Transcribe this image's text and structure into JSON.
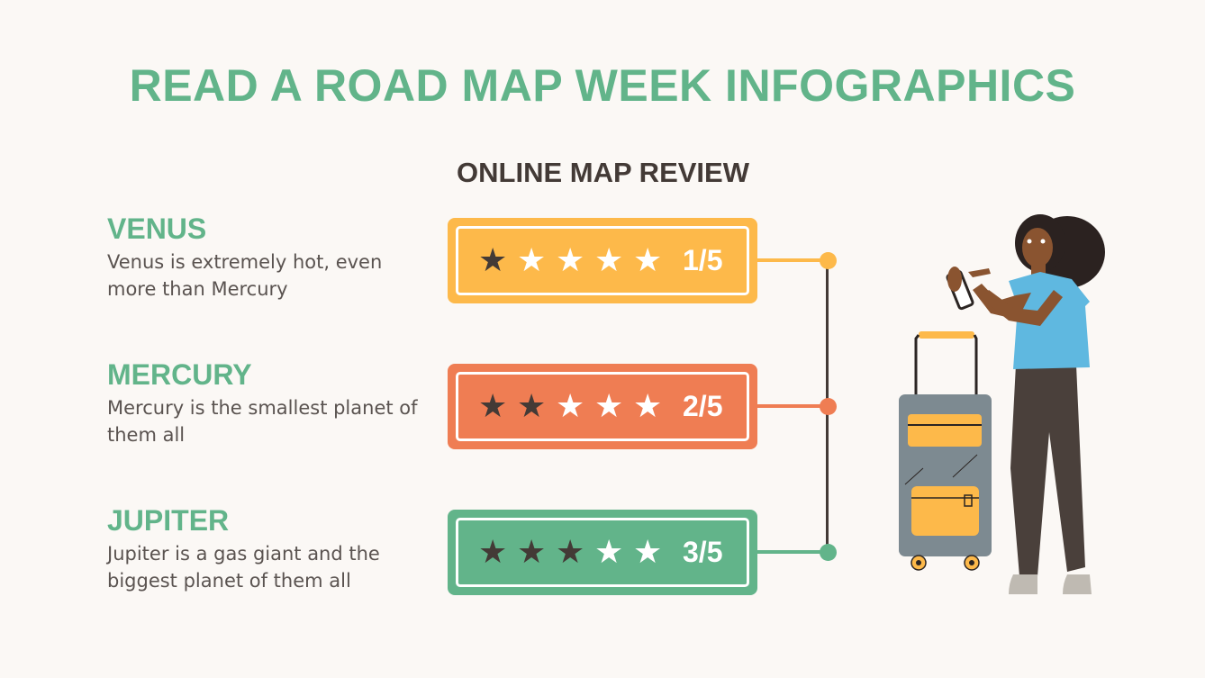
{
  "title": "READ A ROAD MAP WEEK INFOGRAPHICS",
  "subtitle": "ONLINE MAP REVIEW",
  "colors": {
    "accent_green": "#62b48a",
    "yellow": "#fdb94a",
    "orange": "#ef7d53",
    "green": "#62b48a",
    "dark": "#433a36",
    "background": "#fbf8f5"
  },
  "items": [
    {
      "name": "VENUS",
      "description": "Venus is extremely hot, even more than Mercury",
      "rating": 1,
      "max": 5,
      "score_label": "1/5",
      "color": "#fdb94a"
    },
    {
      "name": "MERCURY",
      "description": "Mercury is the smallest planet of them all",
      "rating": 2,
      "max": 5,
      "score_label": "2/5",
      "color": "#ef7d53"
    },
    {
      "name": "JUPITER",
      "description": "Jupiter is a gas giant and the biggest planet of them all",
      "rating": 3,
      "max": 5,
      "score_label": "3/5",
      "color": "#62b48a"
    }
  ],
  "illustration": "woman-with-phone-and-suitcase"
}
